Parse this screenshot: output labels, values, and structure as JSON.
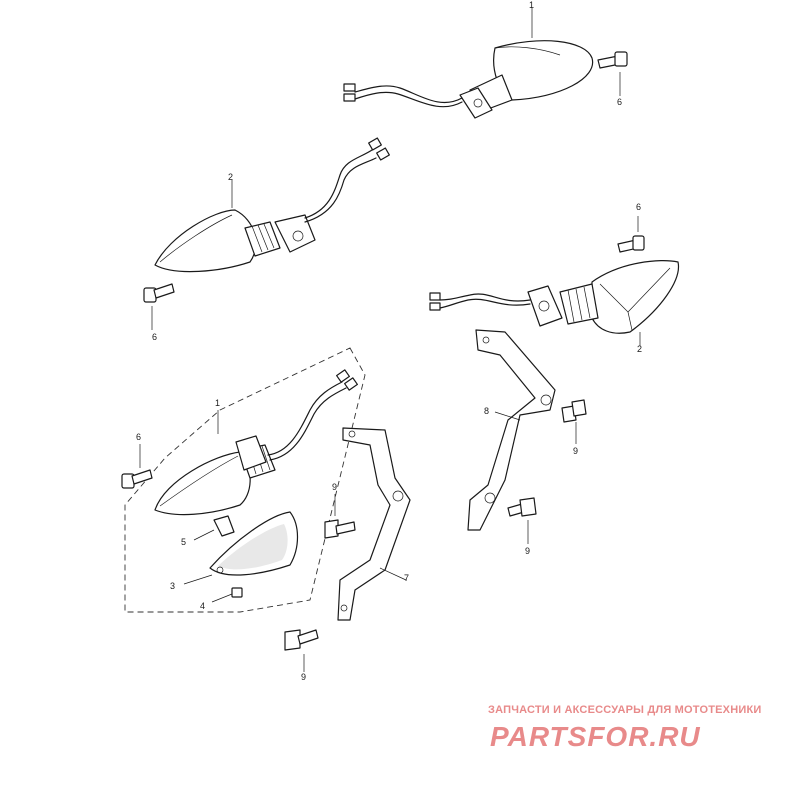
{
  "diagram": {
    "callouts": {
      "c1_top": "1",
      "c2_upper_left": "2",
      "c6_top_right": "6",
      "c6_upper_left": "6",
      "c6_mid_right": "6",
      "c2_mid_right": "2",
      "c1_lower_left": "1",
      "c6_lower_left": "6",
      "c5": "5",
      "c3": "3",
      "c4": "4",
      "c9_left": "9",
      "c7": "7",
      "c8": "8",
      "c9_right_a": "9",
      "c9_right_b": "9",
      "c9_bottom": "9"
    }
  },
  "watermark": {
    "tagline": "ЗАПЧАСТИ И АКСЕССУАРЫ ДЛЯ МОТОТЕХНИКИ",
    "logo_text": "PARTSFOR.RU",
    "color": "#e88a8a"
  }
}
